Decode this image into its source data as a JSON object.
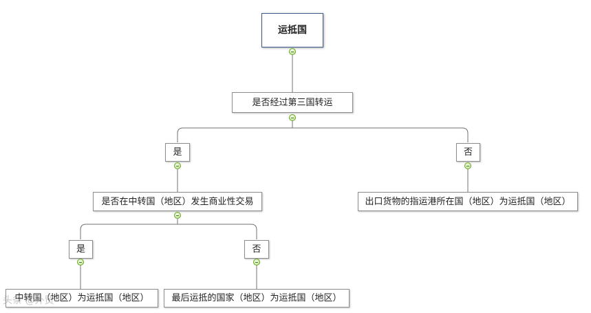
{
  "nodes": {
    "root": "运抵国",
    "question1": "是否经过第三国转运",
    "yes1": "是",
    "no1": "否",
    "question2": "是否在中转国（地区）发生商业性交易",
    "result_no1": "出口货物的指运港所在国（地区）为运抵国（地区）",
    "yes2": "是",
    "no2": "否",
    "result_yes2": "中转国（地区）为运抵国（地区）",
    "result_no2": "最后运抵的国家（地区）为运抵国（地区）"
  },
  "watermark": "头条 @外贸"
}
